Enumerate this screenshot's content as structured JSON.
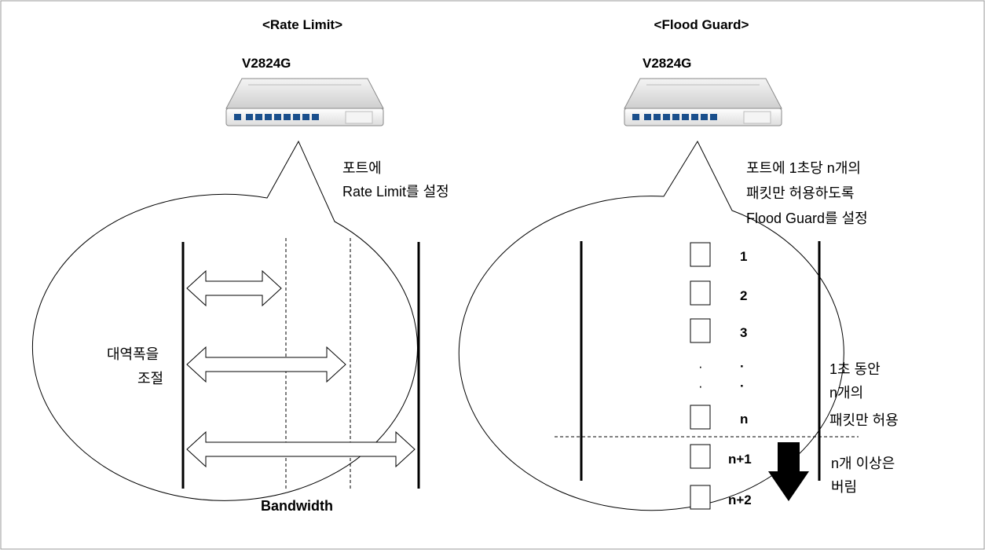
{
  "rate_limit": {
    "heading": "<Rate Limit>",
    "device_label": "V2824G",
    "callout_line1": "포트에",
    "callout_line2": "Rate Limit를 설정",
    "side_line1": "대역폭을",
    "side_line2": "조절",
    "axis_label": "Bandwidth"
  },
  "flood_guard": {
    "heading": "<Flood Guard>",
    "device_label": "V2824G",
    "callout_line1": "포트에 1초당 n개의",
    "callout_line2": "패킷만 허용하도록",
    "callout_line3": "Flood Guard를 설정",
    "packets": [
      "1",
      "2",
      "3",
      "n",
      "n+1",
      "n+2"
    ],
    "dots": [
      "·",
      "·",
      "·",
      "·"
    ],
    "allowed_line1": "1초 동안",
    "allowed_line2": "n개의",
    "allowed_line3": "패킷만 허용",
    "dropped_line1": "n개 이상은",
    "dropped_line2": "버림"
  },
  "colors": {
    "border": "#999999",
    "device_body": "#e9e9e9",
    "device_port": "#1a4f8c",
    "text": "#000000"
  },
  "icons": {
    "device": "network-switch-icon",
    "arrow": "double-headed-arrow-icon",
    "drop": "down-arrow-icon"
  }
}
